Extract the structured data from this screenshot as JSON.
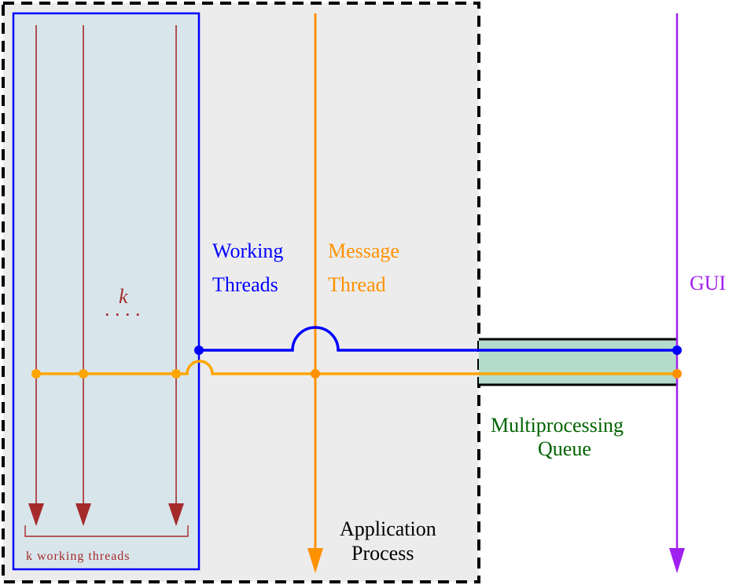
{
  "colors": {
    "working": "#0000ff",
    "message": "#ff9100",
    "message_dot": "#ffa500",
    "gui": "#a020f0",
    "queue": "#006400",
    "thread": "#a52a2a",
    "app_fill": "#ececec",
    "threads_fill": "#d8e6ec",
    "queue_fill": "#b4dccc"
  },
  "labels": {
    "working_line1": "Working",
    "working_line2": "Threads",
    "message_line1": "Message",
    "message_line2": "Thread",
    "gui": "GUI",
    "queue_line1": "Multiprocessing",
    "queue_line2": "Queue",
    "app_line1": "Application",
    "app_line2": "Process",
    "k": "k",
    "dots": ". . . .",
    "k_working_threads": "k working threads"
  }
}
